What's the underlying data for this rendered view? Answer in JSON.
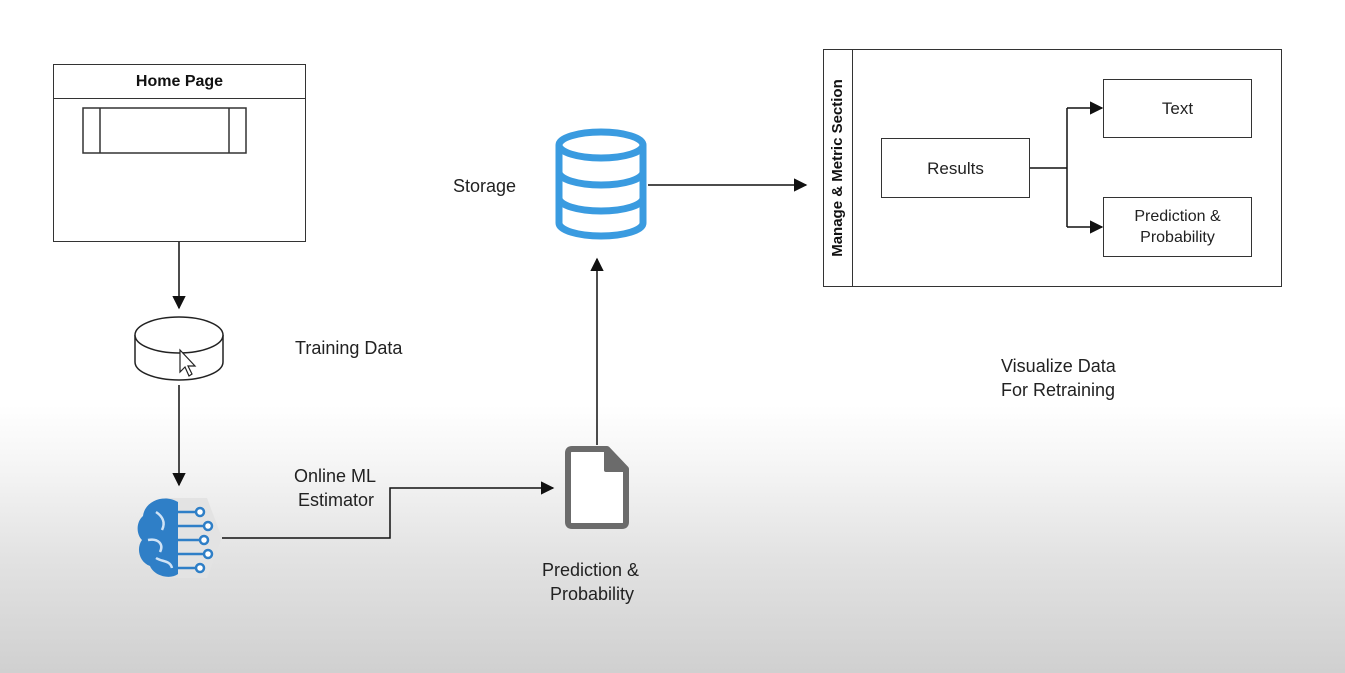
{
  "home_page": {
    "title": "Home Page"
  },
  "training_data": {
    "label": "Training Data",
    "icon": "database-disk-icon"
  },
  "estimator": {
    "label_line1": "Online ML",
    "label_line2": "Estimator",
    "icon": "brain-network-icon",
    "icon_color": "#2f7fc7"
  },
  "output_file": {
    "label_line1": "Prediction &",
    "label_line2": "Probability",
    "icon": "document-icon"
  },
  "storage": {
    "label": "Storage",
    "icon": "database-icon",
    "icon_color": "#3a9be0"
  },
  "section": {
    "title": "Manage & Metric Section",
    "results": "Results",
    "text": "Text",
    "prediction_line1": "Prediction &",
    "prediction_line2": "Probability"
  },
  "visualize": {
    "line1": "Visualize Data",
    "line2": "For Retraining"
  }
}
